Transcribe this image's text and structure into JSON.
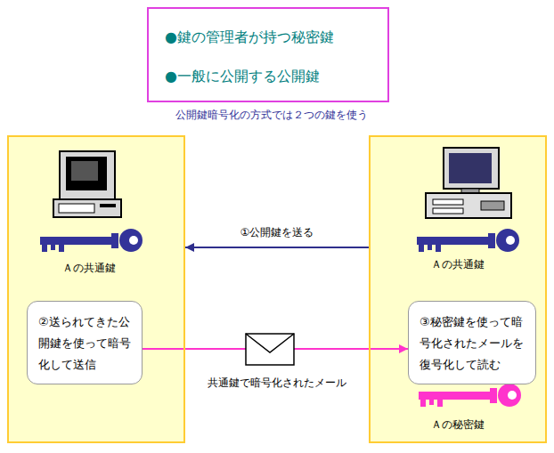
{
  "diagram": {
    "caption": "公開鍵暗号化の方式では２つの鍵を使う",
    "nodes": [
      {
        "text": [
          "●鍵の管理者が持つ秘密鍵",
          "●一般に公開する公開鍵"
        ]
      },
      {
        "text": [
          "Ａの共通鍵"
        ]
      },
      {
        "text": [
          "②送られてきた公開鍵を使って暗号化して送信"
        ],
        "in": 1
      },
      {
        "text": [
          "Ａの共通鍵",
          "Ａの秘密鍵"
        ]
      },
      {
        "text": [
          "③秘密鍵を使って暗号化されたメールを復号化して読む"
        ],
        "in": 3
      }
    ],
    "edges": [
      {
        "from": 3,
        "to": 1,
        "arrow": "to",
        "label": "①公開鍵を送る"
      },
      {
        "from": 2,
        "to": 4,
        "arrow": "to",
        "label": "共通鍵で暗号化されたメール"
      }
    ]
  }
}
